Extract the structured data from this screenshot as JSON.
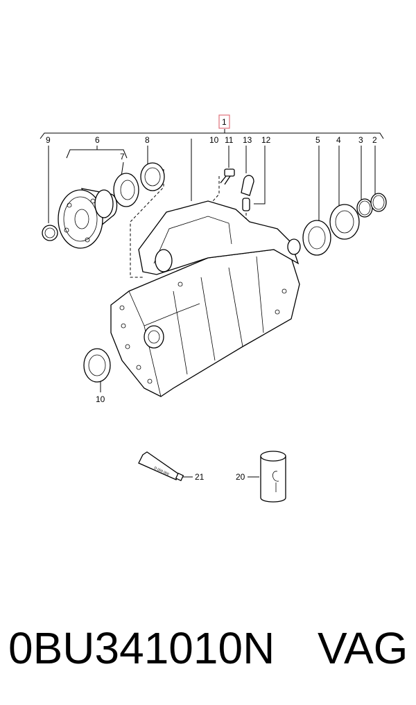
{
  "diagram": {
    "callouts": {
      "c1": "1",
      "c2": "2",
      "c3": "3",
      "c4": "4",
      "c5": "5",
      "c6": "6",
      "c7": "7",
      "c8": "8",
      "c9": "9",
      "c10a": "10",
      "c10b": "10",
      "c11": "11",
      "c12": "12",
      "c13": "13",
      "c20": "20",
      "c21": "21"
    },
    "highlight_color": "#e0707a",
    "icons": [
      "transfer-case-housing-icon",
      "flange-icon",
      "seal-ring-icon",
      "circlip-icon",
      "bolt-icon",
      "grease-tube-icon",
      "oil-can-icon"
    ]
  },
  "footer": {
    "part_number": "0BU341010N",
    "brand": "VAG"
  }
}
